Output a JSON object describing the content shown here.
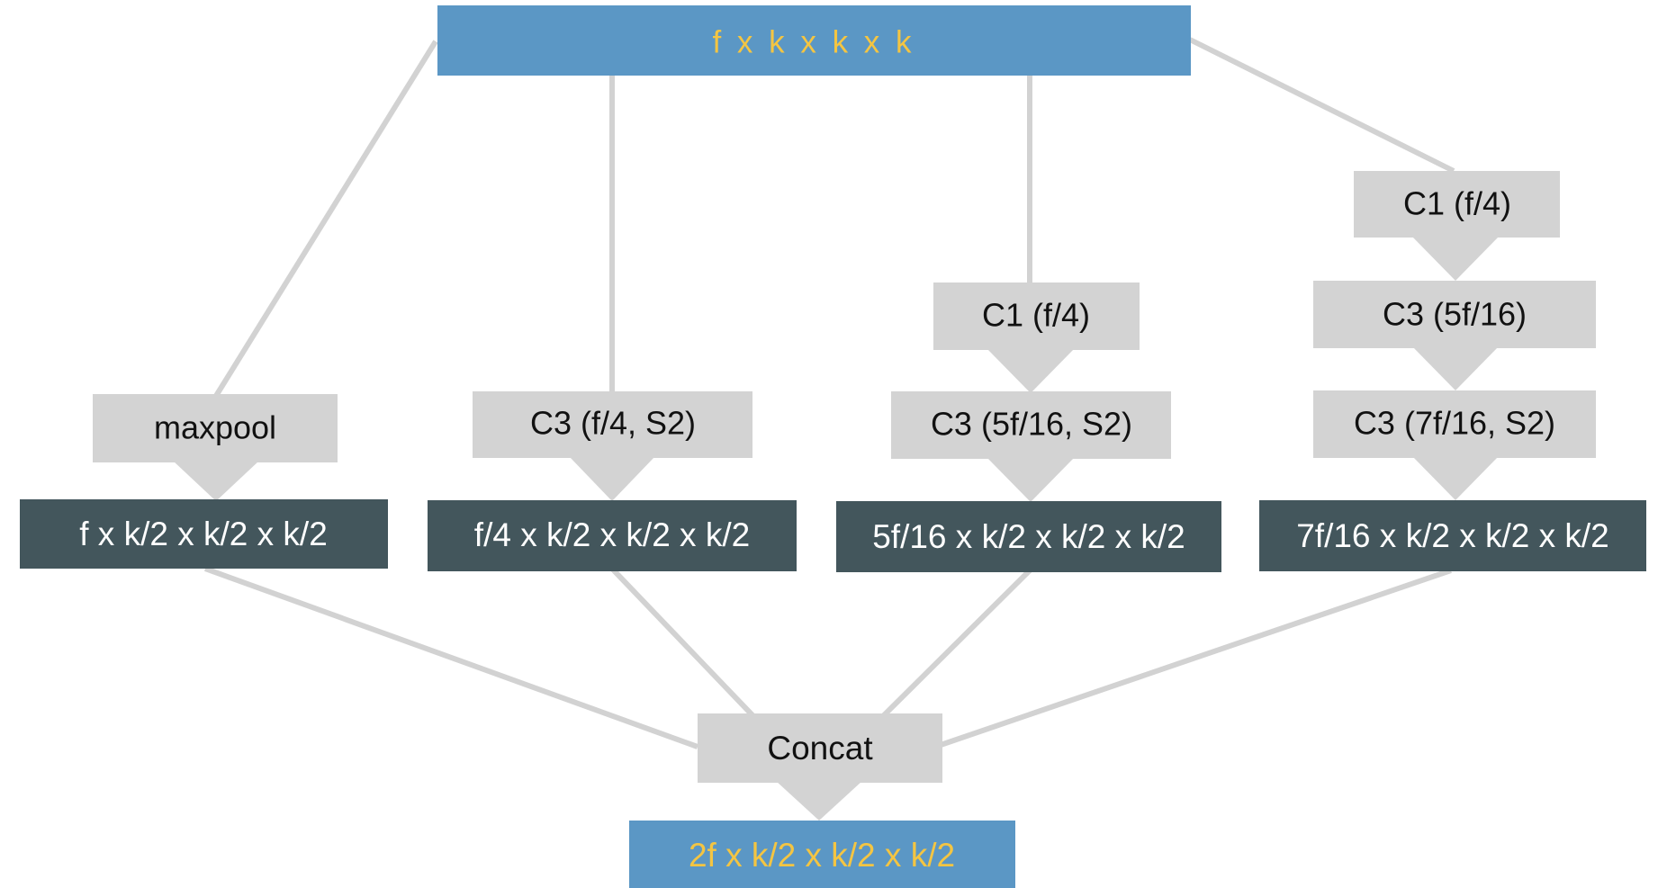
{
  "input": {
    "label": "f x k x k x k"
  },
  "branches": [
    {
      "ops": [
        {
          "label": "maxpool"
        }
      ],
      "output": {
        "label": "f x k/2 x k/2 x k/2"
      }
    },
    {
      "ops": [
        {
          "label": "C3 (f/4, S2)"
        }
      ],
      "output": {
        "label": "f/4 x k/2 x k/2 x k/2"
      }
    },
    {
      "ops": [
        {
          "label": "C1 (f/4)"
        },
        {
          "label": "C3 (5f/16, S2)"
        }
      ],
      "output": {
        "label": "5f/16 x k/2 x k/2 x k/2"
      }
    },
    {
      "ops": [
        {
          "label": "C1 (f/4)"
        },
        {
          "label": "C3 (5f/16)"
        },
        {
          "label": "C3 (7f/16, S2)"
        }
      ],
      "output": {
        "label": "7f/16 x k/2 x k/2 x k/2"
      }
    }
  ],
  "concat": {
    "label": "Concat"
  },
  "result": {
    "label": "2f x k/2 x k/2 x k/2"
  },
  "colors": {
    "tensor_blue": "#5b97c5",
    "tensor_blue_text": "#f4c542",
    "tensor_dark": "#43565c",
    "tensor_dark_text": "#ffffff",
    "op_gray": "#d3d3d3",
    "op_text": "#111111",
    "connector": "#d2d2d2"
  }
}
